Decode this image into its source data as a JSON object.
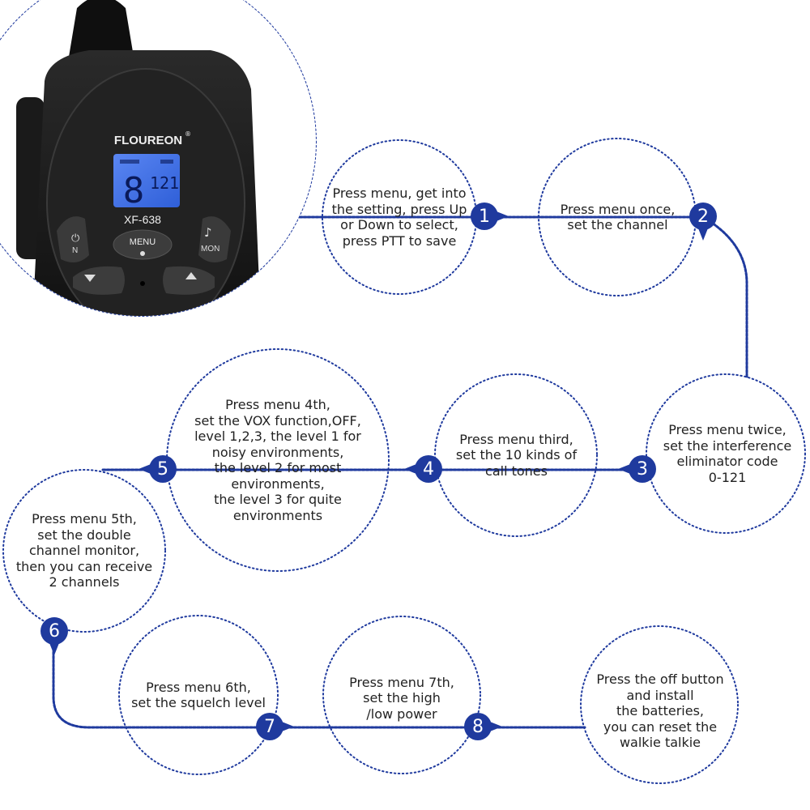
{
  "colors": {
    "accent": "#1f3a9e",
    "accent_dark": "#0e2a8a",
    "device_body": "#1b1b1b",
    "lcd": "#3f6fe8",
    "text": "#222222"
  },
  "device": {
    "brand": "FLOUREON",
    "registered": "®",
    "model": "XF-638",
    "lcd_channel": "8",
    "lcd_code": "121",
    "menu_label": "MENU",
    "left_button_label": "N",
    "right_button_label": "MON",
    "icons": [
      "power-icon",
      "music-note-icon",
      "lock-icon",
      "arrow-down-icon",
      "arrow-up-icon"
    ]
  },
  "steps": [
    {
      "number": "1",
      "text": "Press menu, get into\nthe setting, press Up\nor Down to select,\npress PTT to save"
    },
    {
      "number": "2",
      "text": "Press menu once,\nset the channel"
    },
    {
      "number": "3",
      "text": "Press menu twice,\nset the interference\neliminator code\n0-121"
    },
    {
      "number": "4",
      "text": "Press menu third,\nset the 10 kinds of\ncall tones"
    },
    {
      "number": "5",
      "text": "Press menu 4th,\nset the VOX function,OFF,\nlevel 1,2,3, the level 1 for\nnoisy environments,\nthe level 2 for most\nenvironments,\nthe level 3 for quite\nenvironments"
    },
    {
      "number": "6",
      "text": "Press menu 5th,\nset the double\nchannel monitor,\nthen you can receive\n2 channels"
    },
    {
      "number": "7",
      "text": "Press menu 6th,\nset the squelch level"
    },
    {
      "number": "8",
      "text": "Press menu 7th,\nset the high\n/low power"
    },
    {
      "number": "",
      "text": "Press the off button\nand install\nthe batteries,\nyou can reset the\nwalkie talkie"
    }
  ]
}
